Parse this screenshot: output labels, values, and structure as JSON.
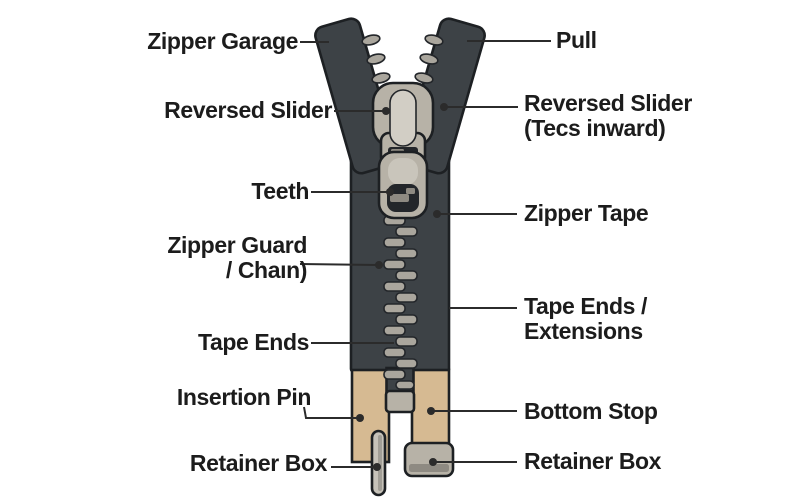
{
  "diagram": {
    "subject": "zipper-anatomy",
    "labels": {
      "left": [
        {
          "id": "zipper-garage",
          "line1": "Zipper Garage"
        },
        {
          "id": "reversed-slider",
          "line1": "Reversed Slider"
        },
        {
          "id": "teeth",
          "line1": "Teeth"
        },
        {
          "id": "zipper-guard",
          "line1": "Zipper Guard",
          "line2": "/ Chaın)"
        },
        {
          "id": "tape-ends",
          "line1": "Tape Ends"
        },
        {
          "id": "insertion-pin",
          "line1": "Insertion Pin"
        },
        {
          "id": "retainer-box",
          "line1": "Retainer Box"
        }
      ],
      "right": [
        {
          "id": "pull",
          "line1": "Pull"
        },
        {
          "id": "reversed-slider",
          "line1": "Reversed Slider",
          "line2": "(Tecs inward)"
        },
        {
          "id": "zipper-tape",
          "line1": "Zipper Tape"
        },
        {
          "id": "tape-ends-ext",
          "line1": "Tape Ends /",
          "line2": "Extensions"
        },
        {
          "id": "bottom-stop",
          "line1": "Bottom Stop"
        },
        {
          "id": "retainer-box",
          "line1": "Retainer Box"
        }
      ]
    },
    "colors": {
      "background": "#ffffff",
      "tape": "#3d4246",
      "tape_outline": "#1d2023",
      "teeth_metal": "#aaa69d",
      "slider_metal": "#b7b2a7",
      "slider_highlight": "#d2cec5",
      "tape_extension_tan": "#d6ba92",
      "hardware_dark": "#23262a",
      "hardware_band": "#8e8a82",
      "insertion_pin": "#c6c2b9",
      "label_text": "#1c1c1c",
      "leader_line": "#2b2b2b"
    }
  }
}
